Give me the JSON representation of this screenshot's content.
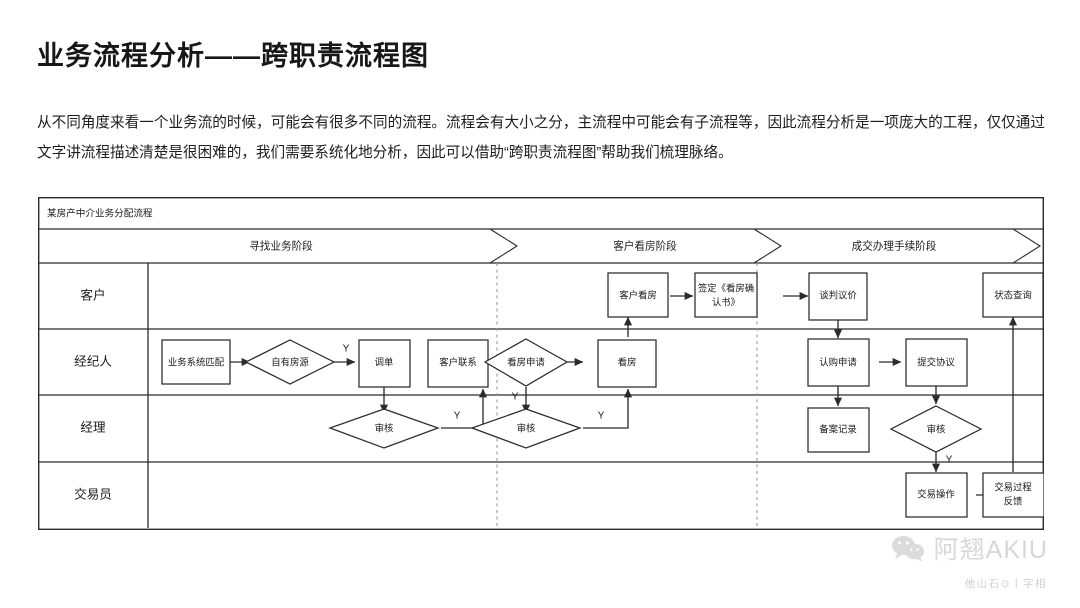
{
  "page_title": "业务流程分析——跨职责流程图",
  "intro_paragraph": "从不同角度来看一个业务流的时候，可能会有很多不同的流程。流程会有大小之分，主流程中可能会有子流程等，因此流程分析是一项庞大的工程，仅仅通过文字讲流程描述清楚是很困难的，我们需要系统化地分析，因此可以借助“跨职责流程图”帮助我们梳理脉络。",
  "diagram": {
    "title": "某房产中介业务分配流程",
    "phases": [
      {
        "label": "寻找业务阶段"
      },
      {
        "label": "客户看房阶段"
      },
      {
        "label": "成交办理手续阶段"
      }
    ],
    "lanes": [
      {
        "label": "客户"
      },
      {
        "label": "经纪人"
      },
      {
        "label": "经理"
      },
      {
        "label": "交易员"
      }
    ],
    "nodes": [
      {
        "id": "n1",
        "label": "业务系统匹配",
        "shape": "rect",
        "lane": "经纪人"
      },
      {
        "id": "n2",
        "label": "自有房源",
        "shape": "diamond",
        "lane": "经纪人"
      },
      {
        "id": "n3",
        "label": "调单",
        "shape": "rect",
        "lane": "经纪人"
      },
      {
        "id": "n4",
        "label": "客户联系",
        "shape": "rect",
        "lane": "经纪人"
      },
      {
        "id": "n5",
        "label": "看房申请",
        "shape": "diamond",
        "lane": "经纪人"
      },
      {
        "id": "n6",
        "label": "看房",
        "shape": "rect",
        "lane": "经纪人"
      },
      {
        "id": "n7",
        "label": "认购申请",
        "shape": "rect",
        "lane": "经纪人"
      },
      {
        "id": "n8",
        "label": "提交协议",
        "shape": "rect",
        "lane": "经纪人"
      },
      {
        "id": "n9",
        "label": "客户看房",
        "shape": "rect",
        "lane": "客户"
      },
      {
        "id": "n10",
        "label": "签定《看房确认书》",
        "shape": "rect",
        "lane": "客户",
        "line1": "签定《看房确",
        "line2": "认书》"
      },
      {
        "id": "n11",
        "label": "谈判议价",
        "shape": "rect",
        "lane": "客户"
      },
      {
        "id": "n12",
        "label": "状态查询",
        "shape": "rect",
        "lane": "客户"
      },
      {
        "id": "n13",
        "label": "审核",
        "shape": "diamond",
        "lane": "经理"
      },
      {
        "id": "n14",
        "label": "审核",
        "shape": "diamond",
        "lane": "经理"
      },
      {
        "id": "n15",
        "label": "备案记录",
        "shape": "rect",
        "lane": "经理"
      },
      {
        "id": "n16",
        "label": "审核",
        "shape": "diamond",
        "lane": "经理"
      },
      {
        "id": "n17",
        "label": "交易操作",
        "shape": "rect",
        "lane": "交易员"
      },
      {
        "id": "n18",
        "label": "交易过程反馈",
        "shape": "rect",
        "lane": "交易员",
        "line1": "交易过程",
        "line2": "反馈"
      }
    ],
    "branch_labels": [
      {
        "id": "y1",
        "text": "Y",
        "from": "自有房源"
      },
      {
        "id": "y2",
        "text": "Y",
        "from": "审核"
      },
      {
        "id": "y3",
        "text": "Y",
        "from": "看房申请"
      },
      {
        "id": "y4",
        "text": "Y",
        "from": "审核"
      },
      {
        "id": "y5",
        "text": "Y",
        "from": "审核"
      }
    ],
    "colors": {
      "line": "#2b2b2b",
      "divider": "#9a9a9a",
      "node_fill": "#ffffff",
      "background": "#ffffff"
    }
  },
  "watermark": {
    "name": "阿翘AKIU",
    "icon": "wechat-icon",
    "credit": "他山石⊙丨字相"
  }
}
